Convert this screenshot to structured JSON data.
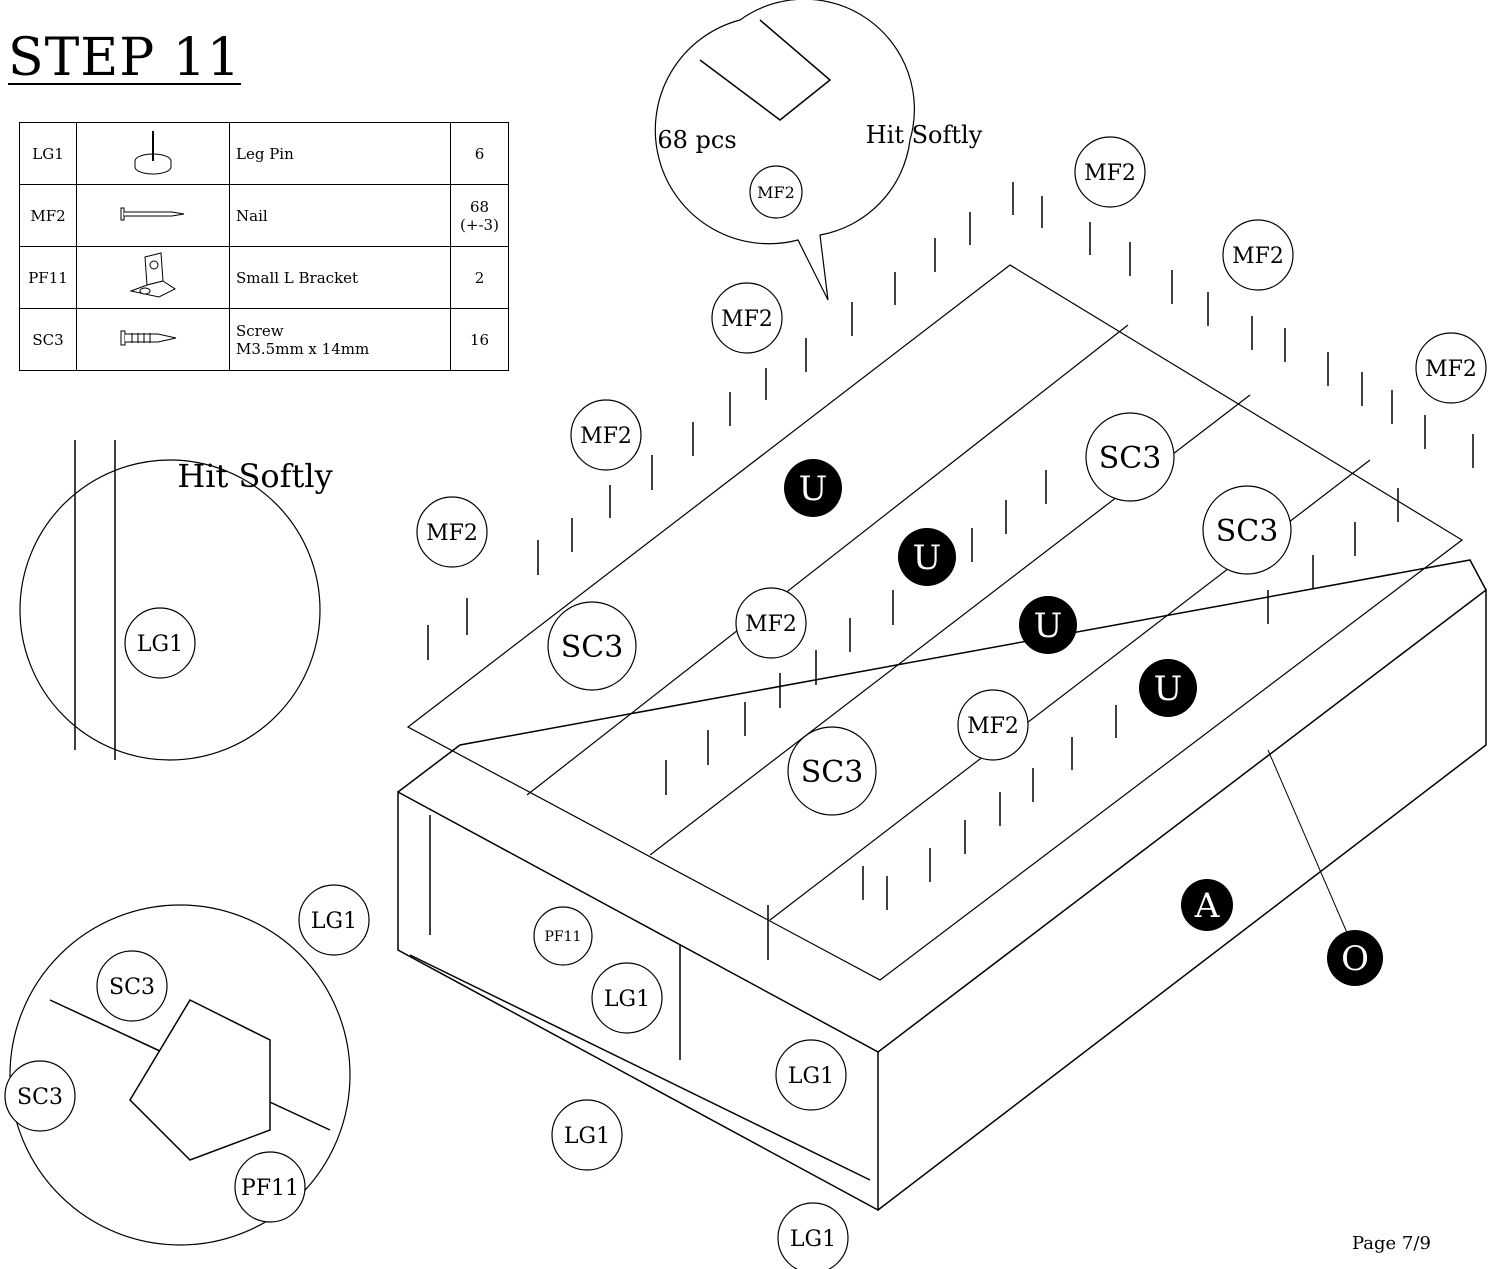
{
  "title": "STEP 11",
  "parts": [
    {
      "code": "LG1",
      "icon": "leg-pin-icon",
      "name": "Leg Pin",
      "name2": "",
      "qty": "6",
      "qty2": ""
    },
    {
      "code": "MF2",
      "icon": "nail-icon",
      "name": "Nail",
      "name2": "",
      "qty": "68",
      "qty2": "(+-3)"
    },
    {
      "code": "PF11",
      "icon": "l-bracket-icon",
      "name": "Small L Bracket",
      "name2": "",
      "qty": "2",
      "qty2": ""
    },
    {
      "code": "SC3",
      "icon": "screw-icon",
      "name": "Screw",
      "name2": "M3.5mm x 14mm",
      "qty": "16",
      "qty2": ""
    }
  ],
  "callouts": {
    "top": {
      "count": "68 pcs",
      "hint": "Hit Softly",
      "part": "MF2"
    },
    "left": {
      "hint": "Hit Softly",
      "part": "LG1"
    },
    "bottom": {
      "screw_a": "SC3",
      "screw_b": "SC3",
      "bracket": "PF11"
    }
  },
  "labels": {
    "mf2": "MF2",
    "sc3": "SC3",
    "lg1": "LG1",
    "pf11": "PF11",
    "u": "U",
    "a": "A",
    "o": "O"
  },
  "page": "Page 7/9"
}
